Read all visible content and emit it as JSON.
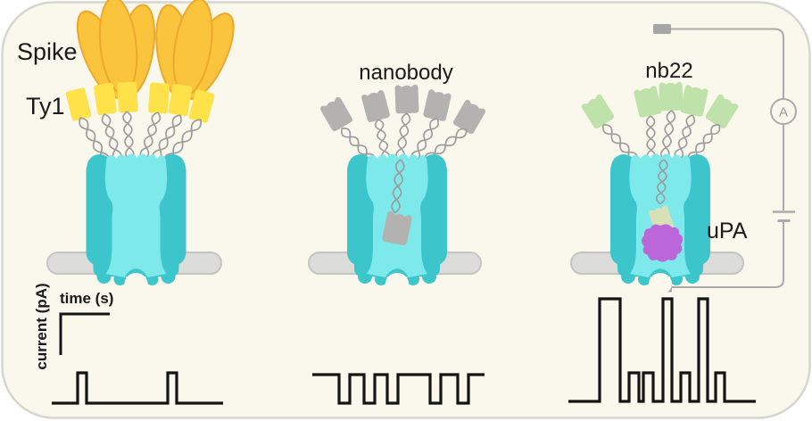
{
  "figure_type": "nanopore-sensing-schematic",
  "colors": {
    "card_background": "#faf7ed",
    "card_border": "#d6d6d0",
    "pore_dark_teal": "#3cc6cc",
    "pore_light_teal": "#7ee9ea",
    "membrane_gray": "#dcdcda",
    "spike_gold": "#fac43c",
    "spike_outline": "#eda82d",
    "ty1_yellow": "#ffe24a",
    "nanobody_gray": "#b3b2b0",
    "nb22_green": "#bee2aa",
    "captured_nb_pale": "#d8e0b5",
    "upa_purple": "#bb67da",
    "tether_gray": "#9c9c9c",
    "circuit_gray": "#ababab",
    "trace_black": "#141414"
  },
  "panels": {
    "ty1": {
      "spike_label": "Spike",
      "ty1_label": "Ty1",
      "trace_points": "58,452 87,452 87,418 97,418 97,452 188,452 188,418 198,418 198,452 250,452",
      "events": [
        "up-spike",
        "up-spike"
      ]
    },
    "nanobody": {
      "label": "nanobody",
      "trace_points": "350,420 380,420 380,452 392,452 392,420 408,420 408,452 420,452 420,420 434,420 434,452 446,452 446,420 482,420 482,452 494,452 494,420 513,420 513,452 525,452 525,420 543,420",
      "events": [
        "down-blockade",
        "down-blockade",
        "down-blockade",
        "down-blockade",
        "down-blockade"
      ]
    },
    "nb22": {
      "label": "nb22",
      "upa_label": "uPA",
      "ammeter_label": "A",
      "trace_points": "637,450 672,450 672,335 695,335 695,450 705,450 705,418 716,418 716,450 721,450 721,418 732,418 732,450 743,450 743,335 753,335 753,450 763,450 763,418 773,418 773,450 783,450 783,335 793,335 793,450 802,450 802,418 812,418 812,450 847,450",
      "events": [
        "large-up",
        "small-up",
        "small-up",
        "large-up",
        "small-up",
        "large-up",
        "small-up"
      ]
    }
  },
  "axis": {
    "y_label": "current (pA)",
    "x_label": "time (s)",
    "corner_points": "123,352 68,352 68,398"
  }
}
